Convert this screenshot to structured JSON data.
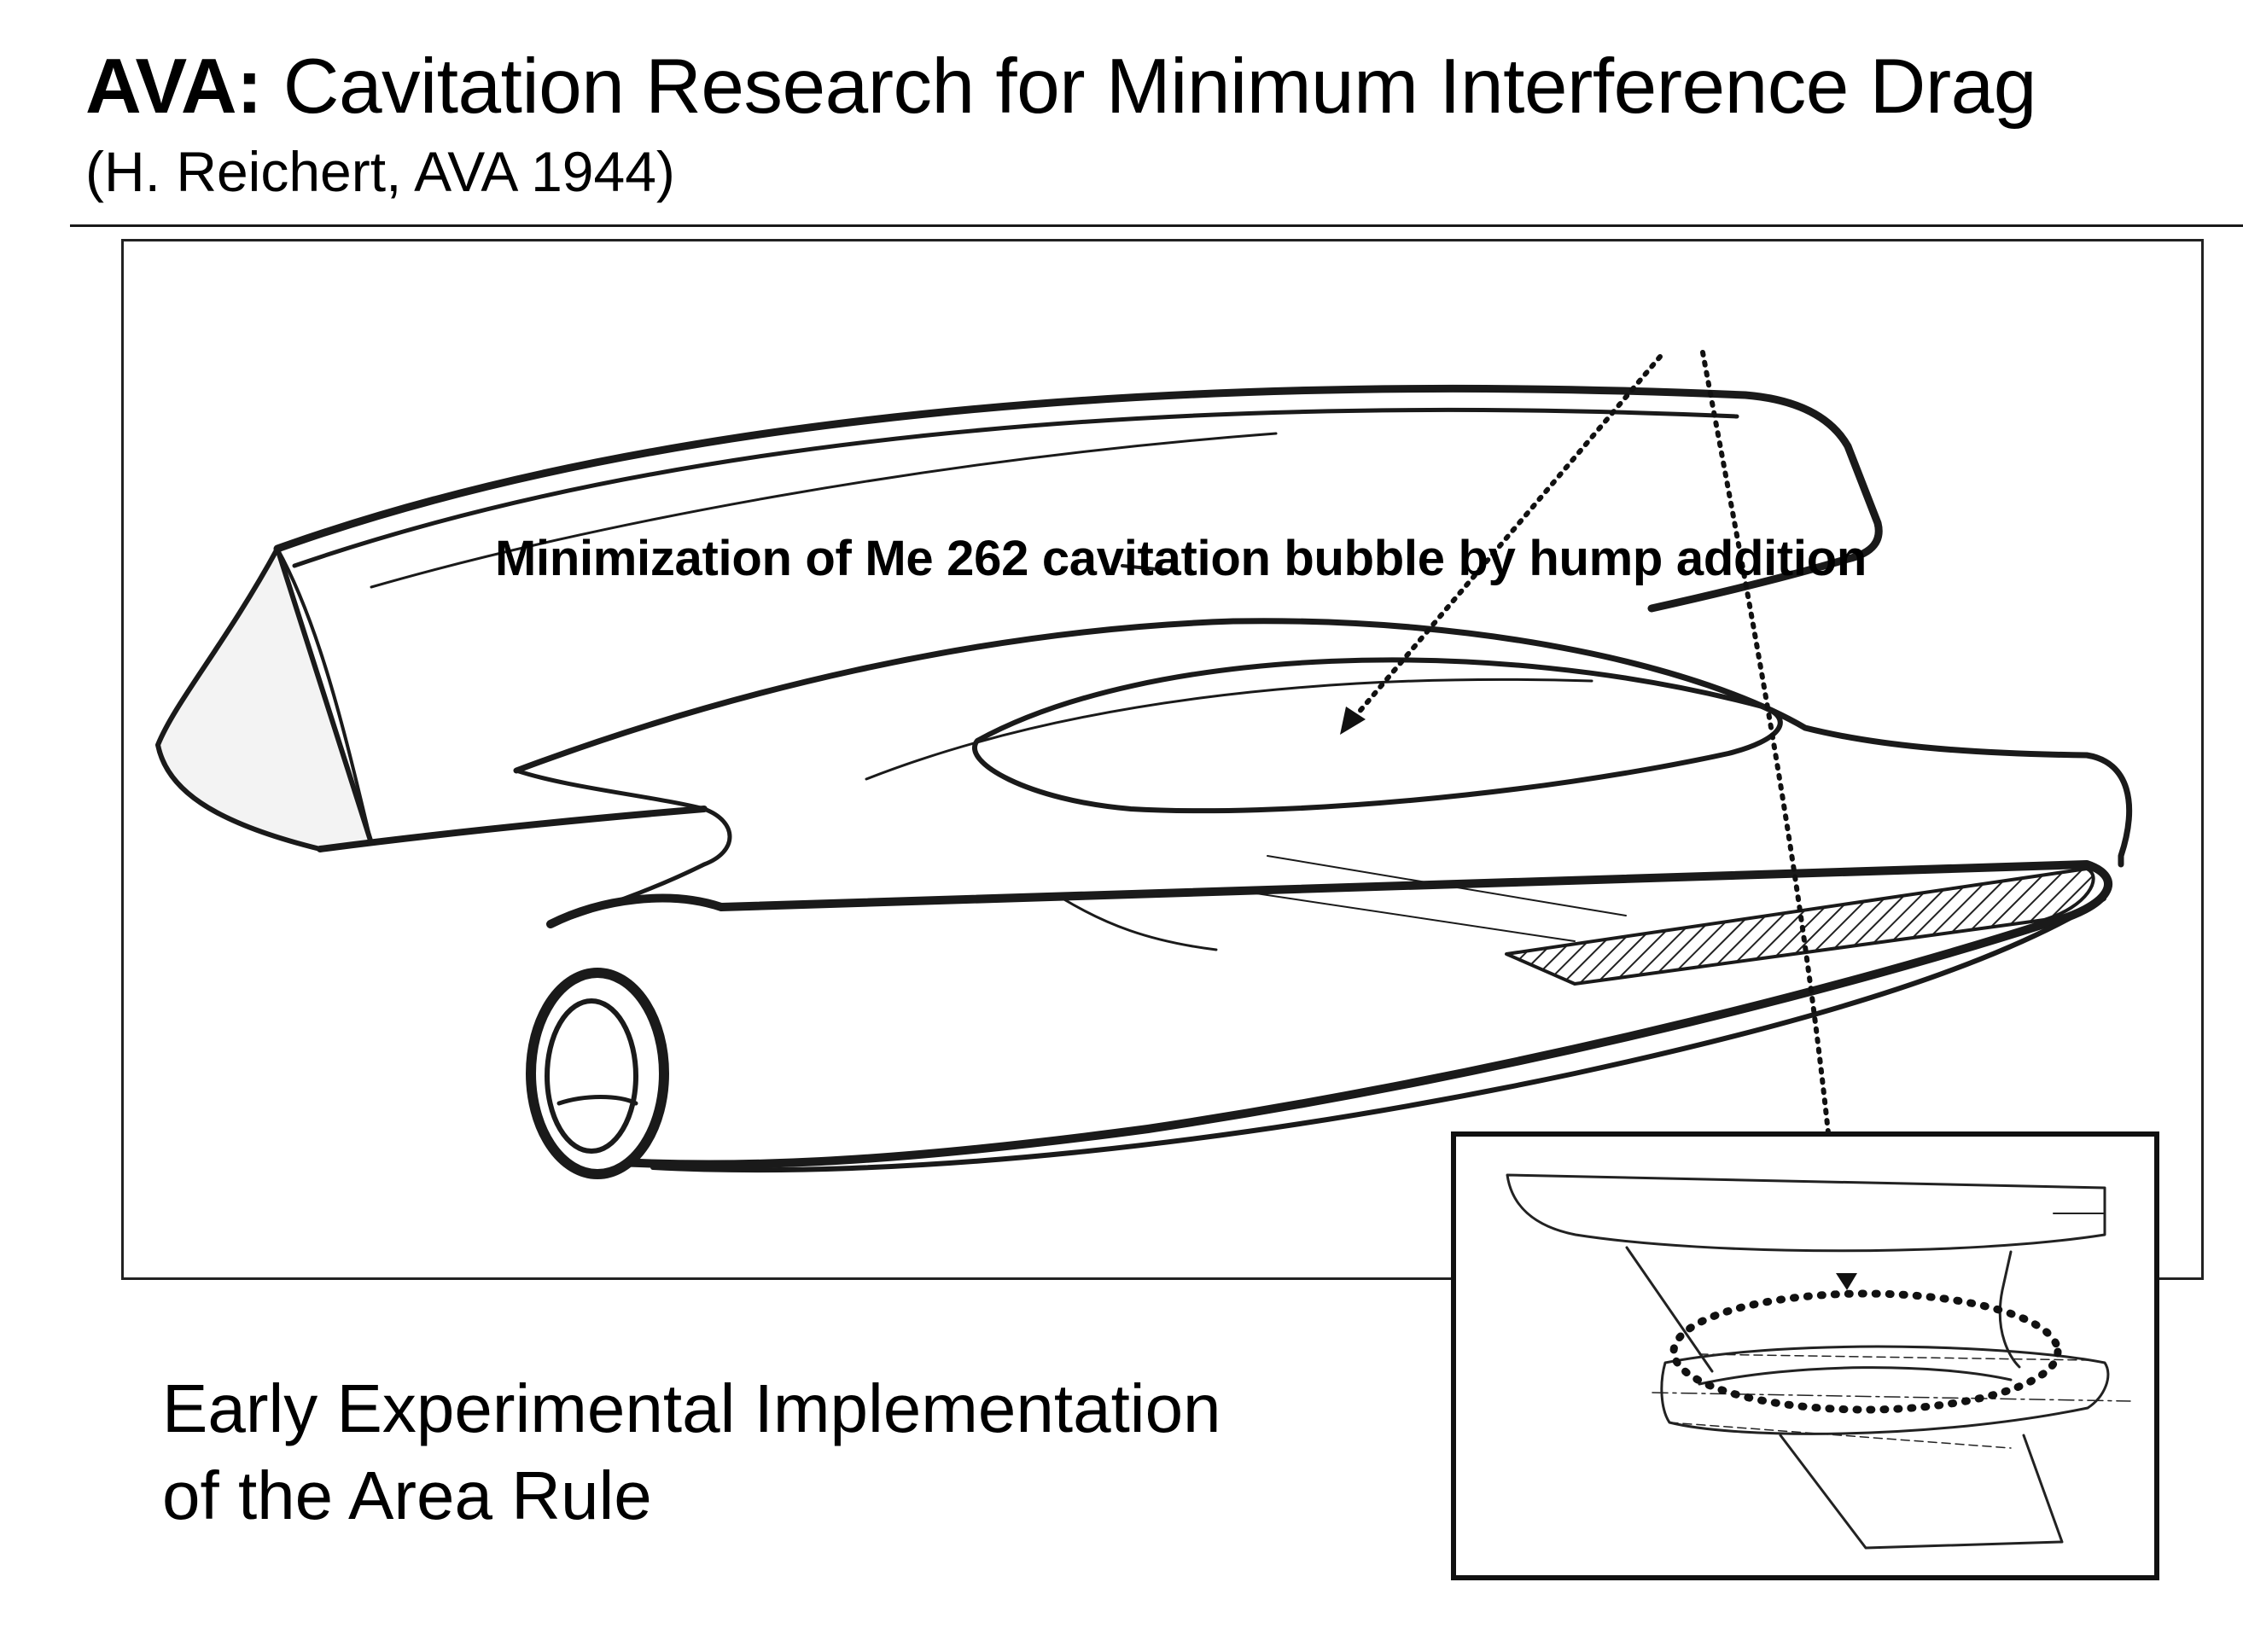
{
  "slide": {
    "title_bold": "AVA:",
    "title_rest": " Cavitation Research for Minimum Interference Drag",
    "subtitle": "(H. Reichert, AVA 1944)"
  },
  "figure": {
    "caption": "Minimization of Me 262 cavitation bubble by hump addition"
  },
  "note": {
    "line1": "Early Experimental Implementation",
    "line2": "of the Area Rule"
  }
}
